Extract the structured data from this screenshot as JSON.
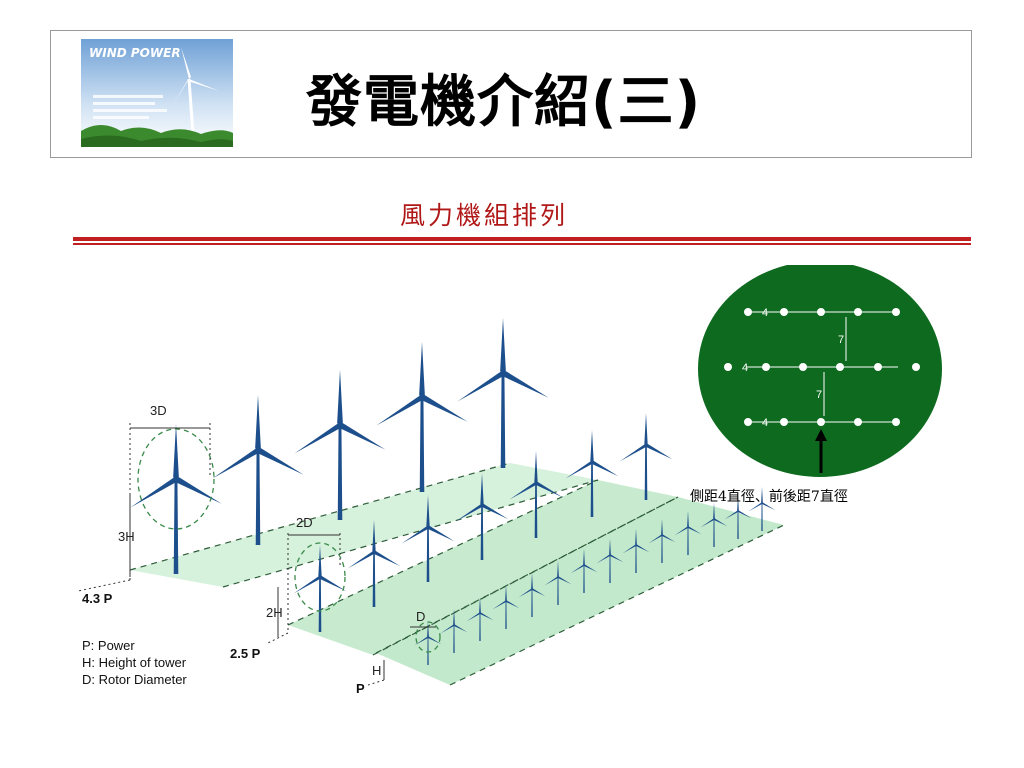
{
  "header": {
    "logo_text": "WIND POWER",
    "title": "發電機介紹(三)"
  },
  "section": {
    "subtitle": "風力機組排列"
  },
  "layout_inset": {
    "spacing_label": "4",
    "row_gap_label": "7",
    "caption": "側距4直徑、前後距7直徑"
  },
  "rows": {
    "back": {
      "power": "4.3 P",
      "height": "3H",
      "diameter": "3D"
    },
    "middle": {
      "power": "2.5 P",
      "height": "2H",
      "diameter": "2D"
    },
    "front": {
      "power": "P",
      "height": "H",
      "diameter": "D"
    }
  },
  "legend": {
    "p": "P: Power",
    "h": "H: Height of tower",
    "d": "D: Rotor Diameter"
  },
  "colors": {
    "turbine": "#1d4f8c",
    "field": "#c9ecd2",
    "inset_bg": "#0d6a1e",
    "accent_red": "#c02020"
  }
}
